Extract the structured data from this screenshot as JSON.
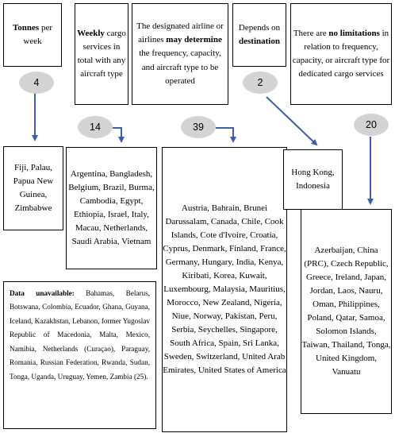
{
  "header_boxes": [
    {
      "bold": "Tonnes",
      "rest": " per week"
    },
    {
      "bold": "Weekly",
      "rest": " cargo services in total with any aircraft type"
    },
    {
      "pre": "The designated airline or airlines ",
      "bold": "may determine",
      "rest": " the frequency, capacity, and aircraft type to be operated"
    },
    {
      "pre": "Depends on ",
      "bold": "destination",
      "rest": ""
    },
    {
      "pre": "There are ",
      "bold": "no limitations",
      "rest": " in relation to frequency, capacity, or aircraft type for dedicated cargo services"
    }
  ],
  "counts": [
    "4",
    "14",
    "39",
    "2",
    "20"
  ],
  "groups": {
    "g4": "Fiji, Palau, Papua New Guinea, Zimbabwe",
    "g14": "Argentina, Bangladesh, Belgium, Brazil, Burma, Cambodia, Egypt, Ethiopia, Israel, Italy, Macau, Netherlands, Saudi Arabia, Vietnam",
    "g39": "Austria, Bahrain, Brunei Darussalam, Canada, Chile, Cook Islands, Cote d'Ivoire, Croatia, Cyprus, Denmark, Finland, France, Germany, Hungary, India, Kenya, Kiribati, Korea, Kuwait, Luxembourg, Malaysia, Mauritius, Morocco, New Zealand, Nigeria, Niue, Norway, Pakistan, Peru, Serbia, Seychelles, Singapore, South Africa, Spain, Sri Lanka, Sweden, Switzerland, United Arab Emirates, United States of America",
    "g2": "Hong Kong, Indonesia",
    "g20": "Azerbaijan, China (PRC), Czech Republic, Greece, Ireland, Japan, Jordan, Laos, Nauru, Oman, Philippines, Poland, Qatar, Samoa, Solomon Islands, Taiwan, Thailand, Tonga, United Kingdom, Vanuatu"
  },
  "unavailable": {
    "label": "Data unavailable:",
    "list": " Bahamas, Belarus, Botswana, Colombia, Ecuador, Ghana, Guyana, Iceland, Kazakhstan, Lebanon, former Yugoslav Republic of Macedonia, Malta, Mexico, Namibia, Netherlands (Curaçao), Paraguay, Romania, Russian Federation, Rwanda, Sudan, Tonga, Uganda, Uruguay, Yemen, Zambia (25)."
  },
  "colors": {
    "arrow": "#3d5ea8",
    "oval": "#d3d3d3",
    "border": "#000000"
  }
}
